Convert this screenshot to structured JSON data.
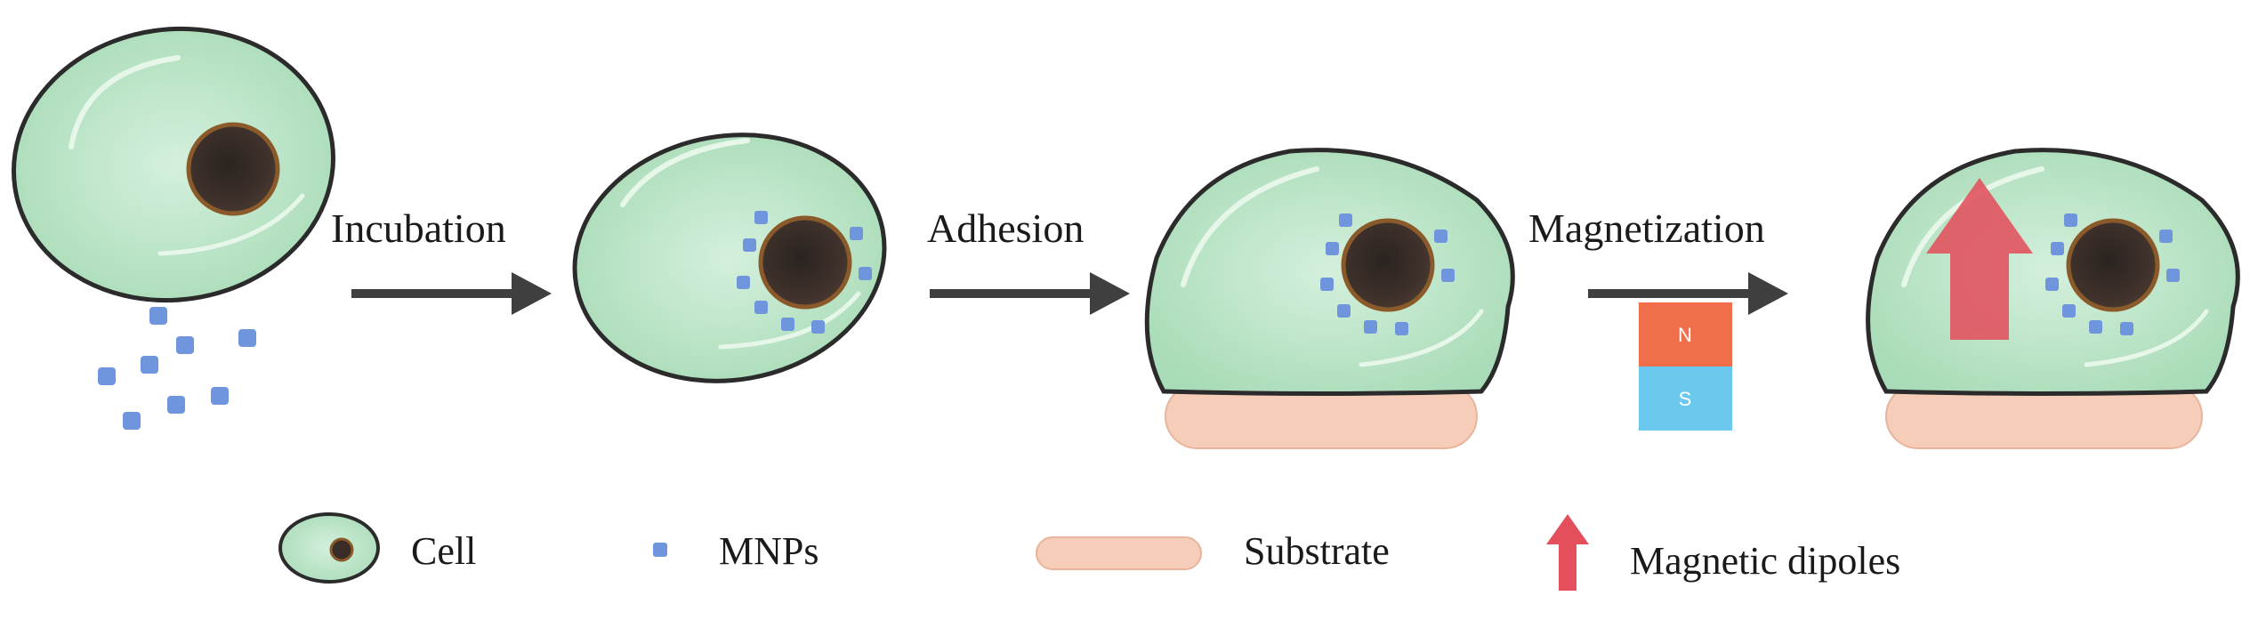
{
  "steps": [
    {
      "label": "Incubation"
    },
    {
      "label": "Adhesion"
    },
    {
      "label": "Magnetization"
    }
  ],
  "magnet": {
    "north": "N",
    "south": "S",
    "north_color": "#f06e4a",
    "south_color": "#6bc8ee"
  },
  "legend": {
    "cell": "Cell",
    "mnps": "MNPs",
    "substrate": "Substrate",
    "dipoles": "Magnetic dipoles"
  },
  "colors": {
    "cell_fill": "#b9e4c6",
    "cell_outline": "#2b2b2b",
    "nucleus": "#3a2c26",
    "nucleus_rim": "#8a5a2a",
    "mnp": "#6f95dd",
    "substrate": "#f6cdb9",
    "dipole_arrow": "#e3505c",
    "arrow": "#3f3f3f"
  }
}
